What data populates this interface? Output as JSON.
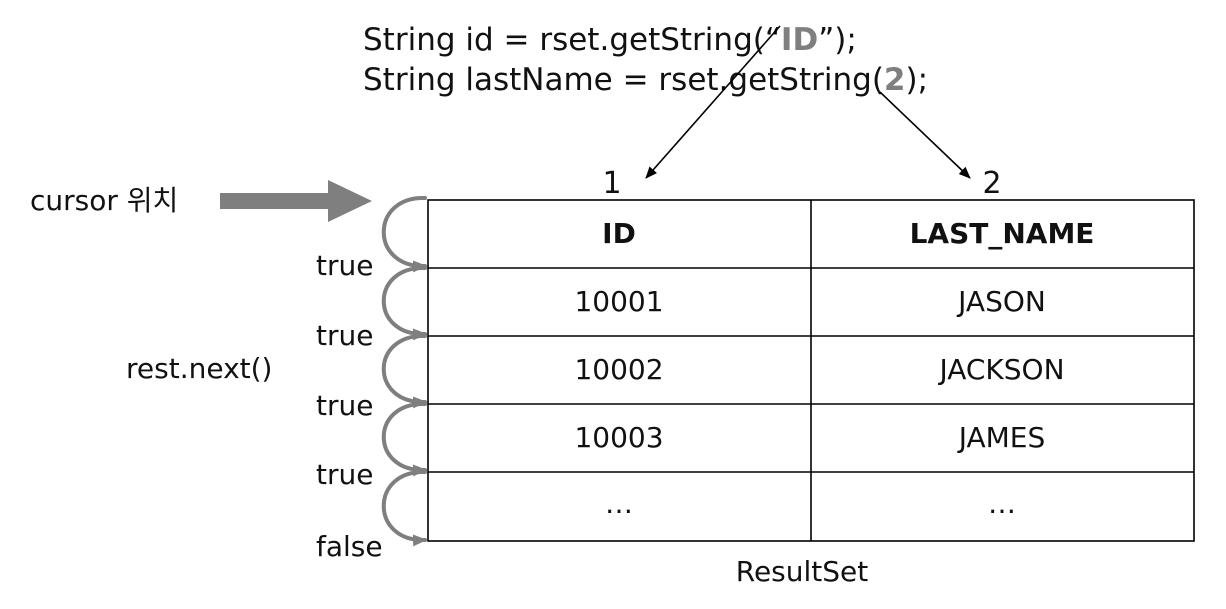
{
  "code": {
    "line1_pre": "String id = rset.getString(“",
    "line1_key": "ID",
    "line1_post": "”);",
    "line2_pre": "String lastName = rset.getString(",
    "line2_key": "2",
    "line2_post": ");"
  },
  "column_indices": [
    "1",
    "2"
  ],
  "cursor_label": "cursor 위치",
  "next_call_label": "rest.next()",
  "next_results": [
    "true",
    "true",
    "true",
    "true",
    "false"
  ],
  "table": {
    "headers": [
      "ID",
      "LAST_NAME"
    ],
    "rows": [
      [
        "10001",
        "JASON"
      ],
      [
        "10002",
        "JACKSON"
      ],
      [
        "10003",
        "JAMES"
      ],
      [
        "…",
        "…"
      ]
    ],
    "caption": "ResultSet"
  },
  "colors": {
    "highlight": "#7f7f7f",
    "arrow": "#7f7f7f",
    "line": "#000000"
  }
}
